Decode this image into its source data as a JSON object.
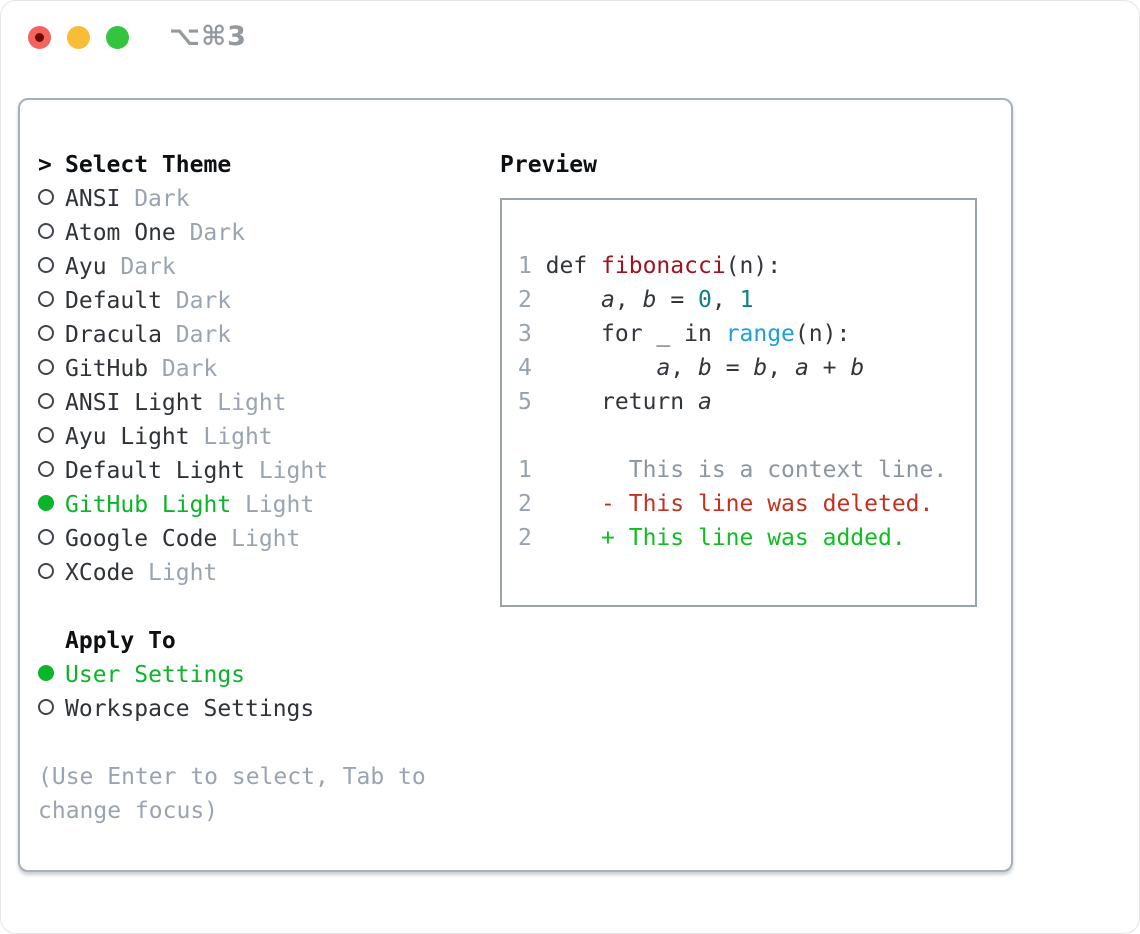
{
  "colors": {
    "selection_green": "#0cb42a",
    "deleted_red": "#c5311f",
    "added_green": "#0fbe20",
    "function_red": "#a0131f",
    "number_teal": "#0e7f8a",
    "call_blue": "#1fa0d8",
    "muted_gray": "#9aa4b0",
    "text_dark": "#2f3338",
    "panel_border": "#a8b1b9"
  },
  "titlebar": {
    "title": "⌥⌘3",
    "traffic_lights": [
      "close",
      "minimize",
      "zoom"
    ]
  },
  "theme_section": {
    "prompt": ">",
    "title": "Select Theme",
    "items": [
      {
        "name": "ANSI",
        "variant": "Dark",
        "selected": false
      },
      {
        "name": "Atom One",
        "variant": "Dark",
        "selected": false
      },
      {
        "name": "Ayu",
        "variant": "Dark",
        "selected": false
      },
      {
        "name": "Default",
        "variant": "Dark",
        "selected": false
      },
      {
        "name": "Dracula",
        "variant": "Dark",
        "selected": false
      },
      {
        "name": "GitHub",
        "variant": "Dark",
        "selected": false
      },
      {
        "name": "ANSI Light",
        "variant": "Light",
        "selected": false
      },
      {
        "name": "Ayu Light",
        "variant": "Light",
        "selected": false
      },
      {
        "name": "Default Light",
        "variant": "Light",
        "selected": false
      },
      {
        "name": "GitHub Light",
        "variant": "Light",
        "selected": true
      },
      {
        "name": "Google Code",
        "variant": "Light",
        "selected": false
      },
      {
        "name": "XCode",
        "variant": "Light",
        "selected": false
      }
    ]
  },
  "apply_section": {
    "title": "Apply To",
    "options": [
      {
        "label": "User Settings",
        "selected": true
      },
      {
        "label": "Workspace Settings",
        "selected": false
      }
    ]
  },
  "help": {
    "lines": [
      "(Use Enter to select, Tab to",
      "change focus)"
    ]
  },
  "preview": {
    "title": "Preview",
    "code": [
      {
        "n": "1",
        "tokens": [
          [
            "pln",
            "def "
          ],
          [
            "fn",
            "fibonacci"
          ],
          [
            "pln",
            "(n):"
          ]
        ]
      },
      {
        "n": "2",
        "tokens": [
          [
            "pln",
            "    "
          ],
          [
            "var",
            "a"
          ],
          [
            "pln",
            ", "
          ],
          [
            "var",
            "b"
          ],
          [
            "pln",
            " = "
          ],
          [
            "num",
            "0"
          ],
          [
            "pln",
            ", "
          ],
          [
            "num",
            "1"
          ]
        ]
      },
      {
        "n": "3",
        "tokens": [
          [
            "pln",
            "    for _ in "
          ],
          [
            "call",
            "range"
          ],
          [
            "pln",
            "(n):"
          ]
        ]
      },
      {
        "n": "4",
        "tokens": [
          [
            "pln",
            "        "
          ],
          [
            "var",
            "a"
          ],
          [
            "pln",
            ", "
          ],
          [
            "var",
            "b"
          ],
          [
            "pln",
            " = "
          ],
          [
            "var",
            "b"
          ],
          [
            "pln",
            ", "
          ],
          [
            "var",
            "a"
          ],
          [
            "pln",
            " + "
          ],
          [
            "var",
            "b"
          ]
        ]
      },
      {
        "n": "5",
        "tokens": [
          [
            "pln",
            "    return "
          ],
          [
            "var",
            "a"
          ]
        ]
      }
    ],
    "diff": [
      {
        "n": "1",
        "cls": "ctx",
        "text": "      This is a context line."
      },
      {
        "n": "2",
        "cls": "del",
        "text": "    - This line was deleted."
      },
      {
        "n": "2",
        "cls": "add",
        "text": "    + This line was added."
      }
    ]
  }
}
